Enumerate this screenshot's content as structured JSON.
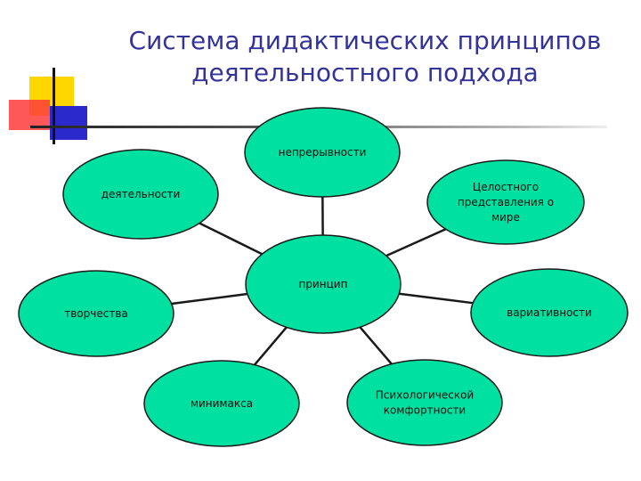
{
  "title": {
    "line1": "Система дидактических принципов",
    "line2": "деятельностного подхода"
  },
  "diagram": {
    "center": {
      "label": [
        "принцип"
      ]
    },
    "nodes": [
      {
        "id": "continuity",
        "label": [
          "непрерывности"
        ]
      },
      {
        "id": "holistic",
        "label": [
          "Целостного",
          "представления о",
          "мире"
        ]
      },
      {
        "id": "variability",
        "label": [
          "вариативности"
        ]
      },
      {
        "id": "comfort",
        "label": [
          "Психологической",
          "комфортности"
        ]
      },
      {
        "id": "minimax",
        "label": [
          "минимакса"
        ]
      },
      {
        "id": "creativity",
        "label": [
          "творчества"
        ]
      },
      {
        "id": "activity",
        "label": [
          "деятельности"
        ]
      }
    ]
  },
  "colors": {
    "title": "#333399",
    "node_fill": "#00e0a0"
  }
}
